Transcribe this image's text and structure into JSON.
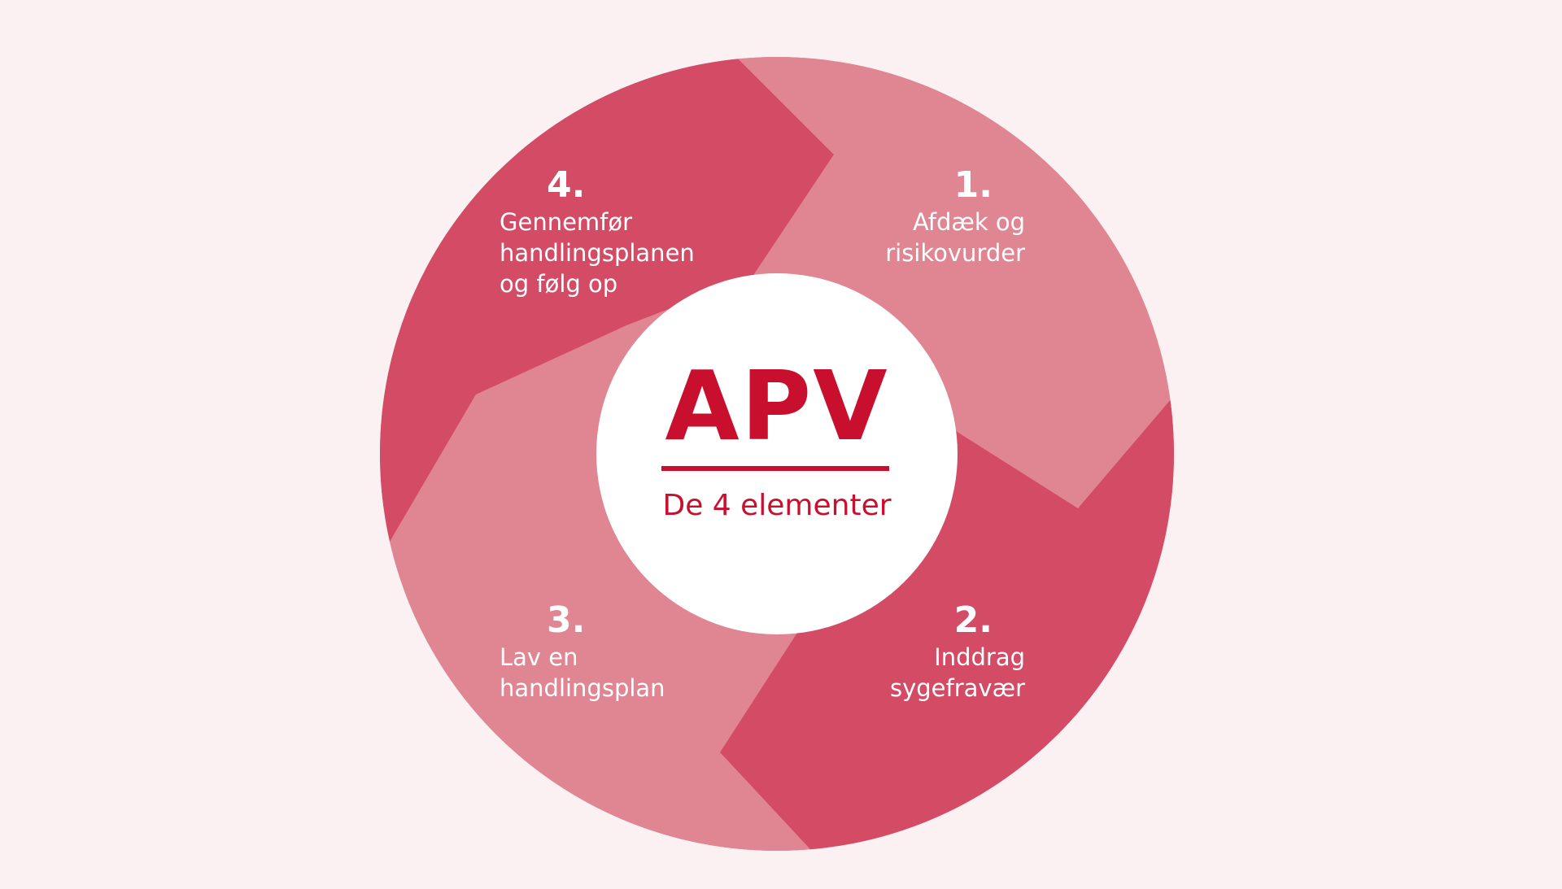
{
  "colors": {
    "background": "#fcf1f2",
    "segment_dark": "#d44b66",
    "segment_light": "#e08592",
    "center_fill": "#ffffff",
    "accent": "#c8102e"
  },
  "center": {
    "title": "APV",
    "subtitle": "De 4 elementer"
  },
  "steps": [
    {
      "number": "1.",
      "text": "Afdæk og\nrisikovurder"
    },
    {
      "number": "2.",
      "text": "Inddrag\nsygefravær"
    },
    {
      "number": "3.",
      "text": "Lav en\nhandlingsplan"
    },
    {
      "number": "4.",
      "text": "Gennemfør\nhandlingsplanen\nog følg op"
    }
  ]
}
